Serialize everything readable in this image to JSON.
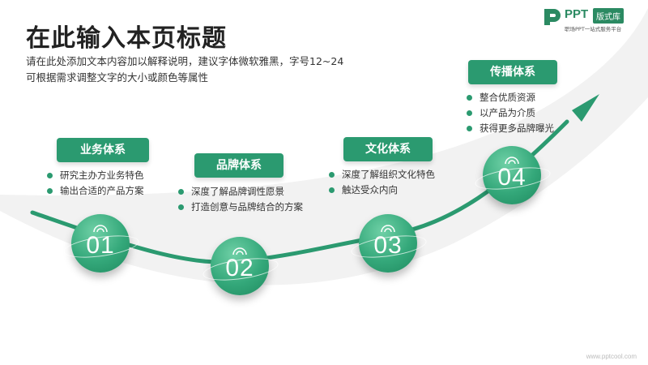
{
  "title": "在此输入本页标题",
  "description": {
    "line1": "请在此处添加文本内容加以解释说明，建议字体微软雅黑，字号12~24",
    "line2": "可根据需求调整文字的大小或颜色等属性"
  },
  "logo": {
    "brand": "PPT",
    "tag": "版式库",
    "sub": "职场PPT一站式服务平台"
  },
  "colors": {
    "accent": "#2b9a70",
    "dark_accent": "#1f8a5f",
    "bg_arc": "#f0f0f0"
  },
  "steps": [
    {
      "label": "业务体系",
      "number": "01",
      "bullets": [
        "研究主办方业务特色",
        "输出合适的产品方案"
      ]
    },
    {
      "label": "品牌体系",
      "number": "02",
      "bullets": [
        "深度了解品牌调性愿景",
        "打造创意与品牌结合的方案"
      ]
    },
    {
      "label": "文化体系",
      "number": "03",
      "bullets": [
        "深度了解组织文化特色",
        "触达受众内向"
      ]
    },
    {
      "label": "传播体系",
      "number": "04",
      "bullets": [
        "整合优质资源",
        "以产品为介质",
        "获得更多品牌曝光"
      ]
    }
  ],
  "footer": "www.pptcool.com"
}
